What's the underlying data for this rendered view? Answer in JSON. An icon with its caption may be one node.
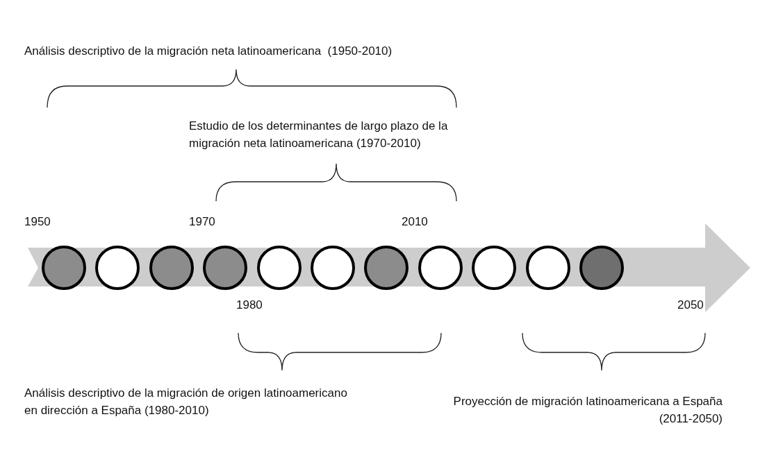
{
  "diagram": {
    "nodes": [
      {
        "text": [],
        "shape": "circle"
      },
      {
        "text": [],
        "shape": "circle"
      },
      {
        "text": [],
        "shape": "circle"
      },
      {
        "text": [],
        "shape": "circle"
      },
      {
        "text": [],
        "shape": "circle"
      },
      {
        "text": [],
        "shape": "circle"
      },
      {
        "text": [],
        "shape": "circle"
      },
      {
        "text": [],
        "shape": "circle"
      },
      {
        "text": [],
        "shape": "circle"
      },
      {
        "text": [],
        "shape": "circle"
      },
      {
        "text": [],
        "shape": "circle"
      }
    ],
    "edges": [],
    "labels": [
      "Análisis descriptivo de la migración neta latinoamericana  (1950-2010)",
      "Estudio de los determinantes de largo plazo de la migración neta latinoamericana (1970-2010)",
      "1950",
      "1970",
      "2010",
      "1980",
      "2050",
      "Análisis descriptivo de la migración de origen latinoamericano en dirección a España (1980-2010)",
      "Proyección de migración latinoamericana a España (2011-2050)"
    ]
  }
}
